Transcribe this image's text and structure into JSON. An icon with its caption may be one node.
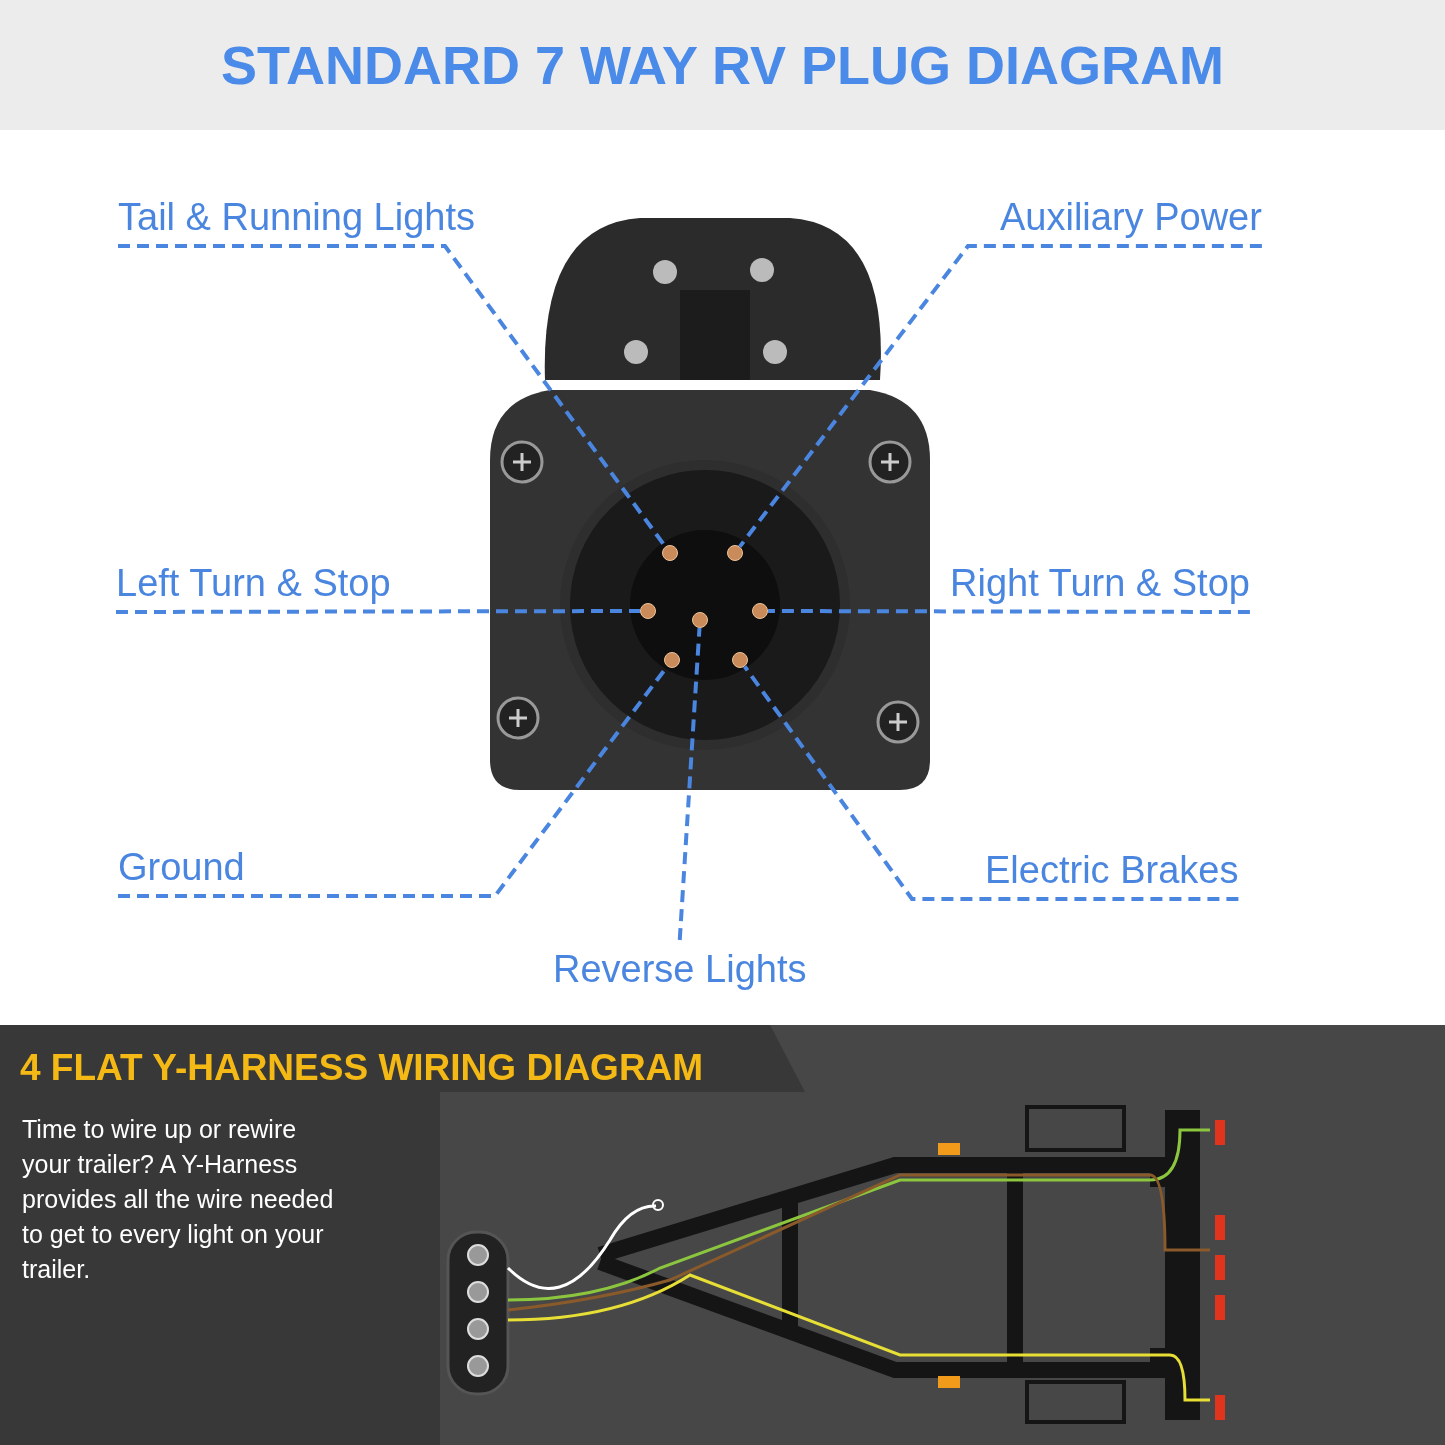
{
  "diagram": {
    "title": "STANDARD 7 WAY RV PLUG DIAGRAM",
    "nodes": [
      {
        "text": [
          "Tail & Running Lights"
        ]
      },
      {
        "text": [
          "Auxiliary Power"
        ]
      },
      {
        "text": [
          "Left Turn & Stop"
        ]
      },
      {
        "text": [
          "Right Turn & Stop"
        ]
      },
      {
        "text": [
          "Ground"
        ]
      },
      {
        "text": [
          "Electric Brakes"
        ]
      },
      {
        "text": [
          "Reverse Lights"
        ]
      },
      {
        "text": [],
        "shape": "picture"
      },
      {
        "text": [],
        "shape": "circle",
        "in": 7
      },
      {
        "text": [],
        "shape": "circle",
        "in": 7
      },
      {
        "text": [],
        "shape": "circle",
        "in": 7
      },
      {
        "text": [],
        "shape": "circle",
        "in": 7
      },
      {
        "text": [],
        "shape": "circle",
        "in": 7
      },
      {
        "text": [],
        "shape": "circle",
        "in": 7
      },
      {
        "text": [],
        "shape": "circle",
        "in": 7
      }
    ],
    "edges": [
      {
        "from": 0,
        "to": 9,
        "arrow": "none",
        "style": "dashed"
      },
      {
        "from": 1,
        "to": 12,
        "arrow": "none",
        "style": "dashed"
      },
      {
        "from": 2,
        "to": 8,
        "arrow": "none",
        "style": "dashed"
      },
      {
        "from": 3,
        "to": 14,
        "arrow": "none",
        "style": "dashed"
      },
      {
        "from": 4,
        "to": 10,
        "arrow": "none",
        "style": "dashed"
      },
      {
        "from": 5,
        "to": 13,
        "arrow": "none",
        "style": "dashed"
      },
      {
        "from": 6,
        "to": 11,
        "arrow": "none",
        "style": "dashed"
      }
    ],
    "labels": [
      "4 FLAT Y-HARNESS WIRING DIAGRAM",
      "Time to wire up or rewire your trailer? A Y-Harness provides all the wire needed to get to every light on your trailer."
    ]
  }
}
